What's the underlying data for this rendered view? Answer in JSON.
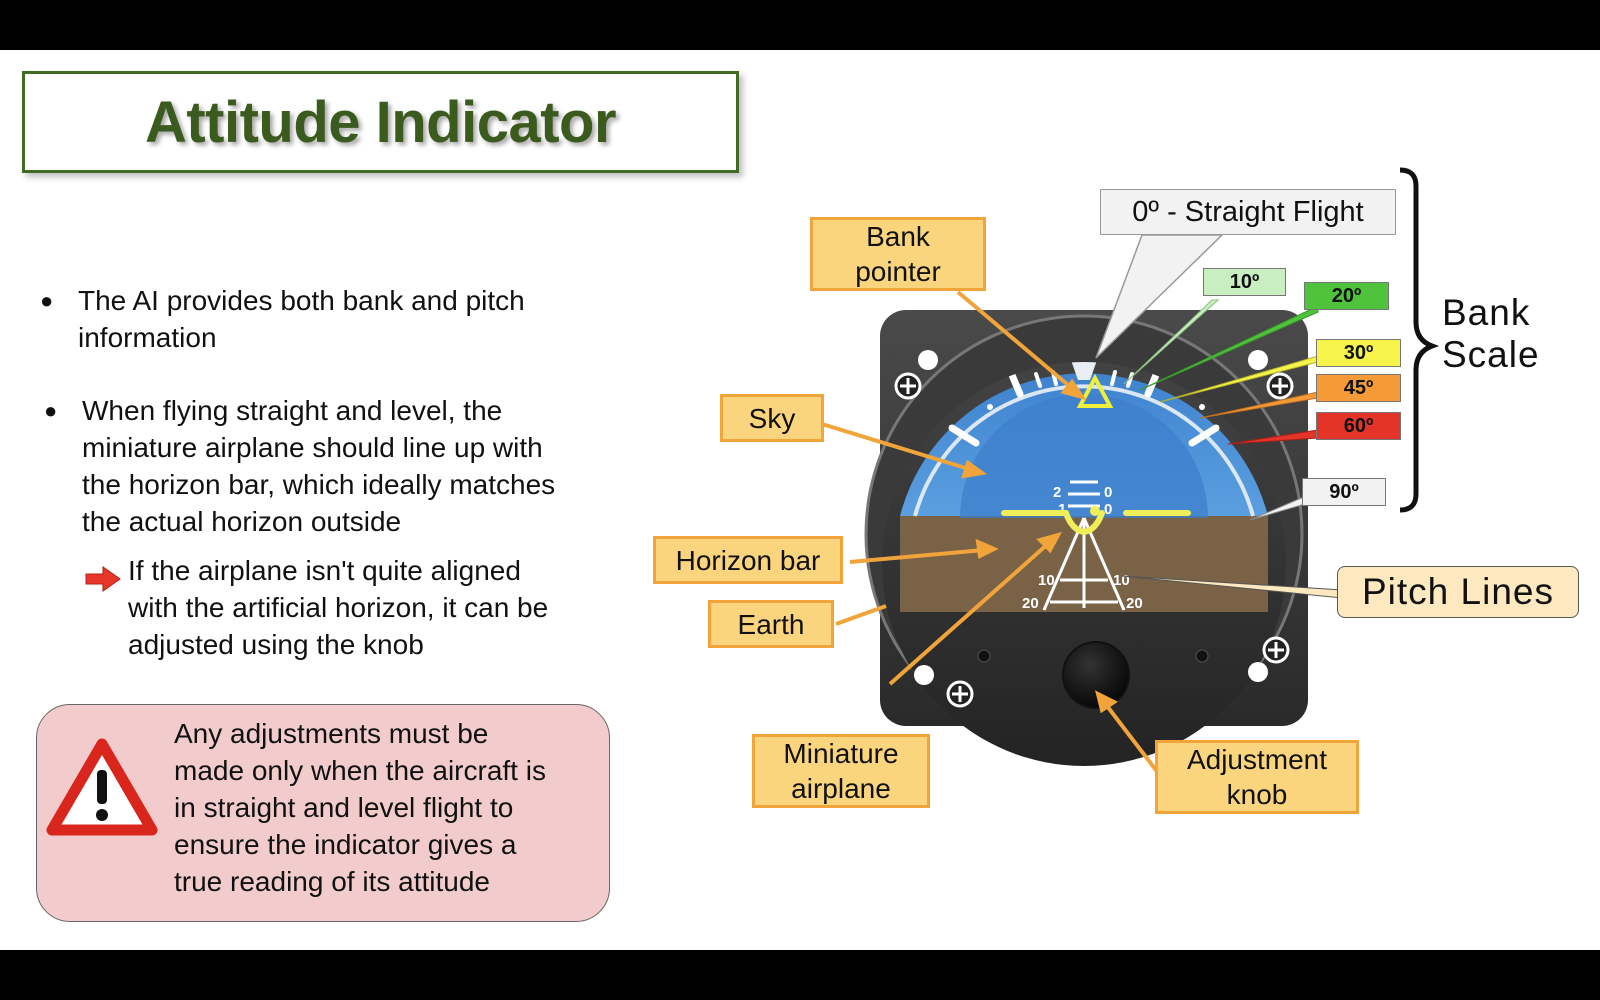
{
  "title": "Attitude Indicator",
  "bullets": [
    {
      "text": "The AI provides both bank and pitch\ninformation"
    },
    {
      "text": "When flying straight and level, the\nminiature airplane should line up with\nthe horizon bar, which ideally matches\nthe actual horizon outside"
    }
  ],
  "sub_bullet": "If the airplane isn't quite aligned\nwith the artificial horizon, it can be\nadjusted using the knob",
  "warning": "Any adjustments must be\nmade only when the aircraft is\nin straight and level flight to\nensure the indicator gives a\ntrue reading of its attitude",
  "labels": {
    "bank_pointer": "Bank\npointer",
    "sky": "Sky",
    "horizon_bar": "Horizon bar",
    "earth": "Earth",
    "miniature_airplane": "Miniature\nairplane",
    "adjustment_knob": "Adjustment\nknob",
    "straight_flight": "0º - Straight Flight",
    "pitch_lines": "Pitch Lines",
    "bank_scale": "Bank\nScale"
  },
  "bank_tags": [
    {
      "label": "10º",
      "color": "#c9efc0"
    },
    {
      "label": "20º",
      "color": "#4fc33b"
    },
    {
      "label": "30º",
      "color": "#f6f44a"
    },
    {
      "label": "45º",
      "color": "#f49a37"
    },
    {
      "label": "60º",
      "color": "#e4342a"
    },
    {
      "label": "90º",
      "color": "#f2f2f2"
    }
  ],
  "pitch_marks": {
    "up": [
      "2",
      "1",
      "0"
    ],
    "down": [
      "10",
      "20"
    ]
  },
  "colors": {
    "sky": "#4a8fd6",
    "earth": "#7a6246",
    "horizon": "#f0ef5a",
    "label_fill": "#fbd57e",
    "label_border": "#f0a43a",
    "title_green": "#3b5a1e",
    "warning_bg": "#f2cccc"
  }
}
